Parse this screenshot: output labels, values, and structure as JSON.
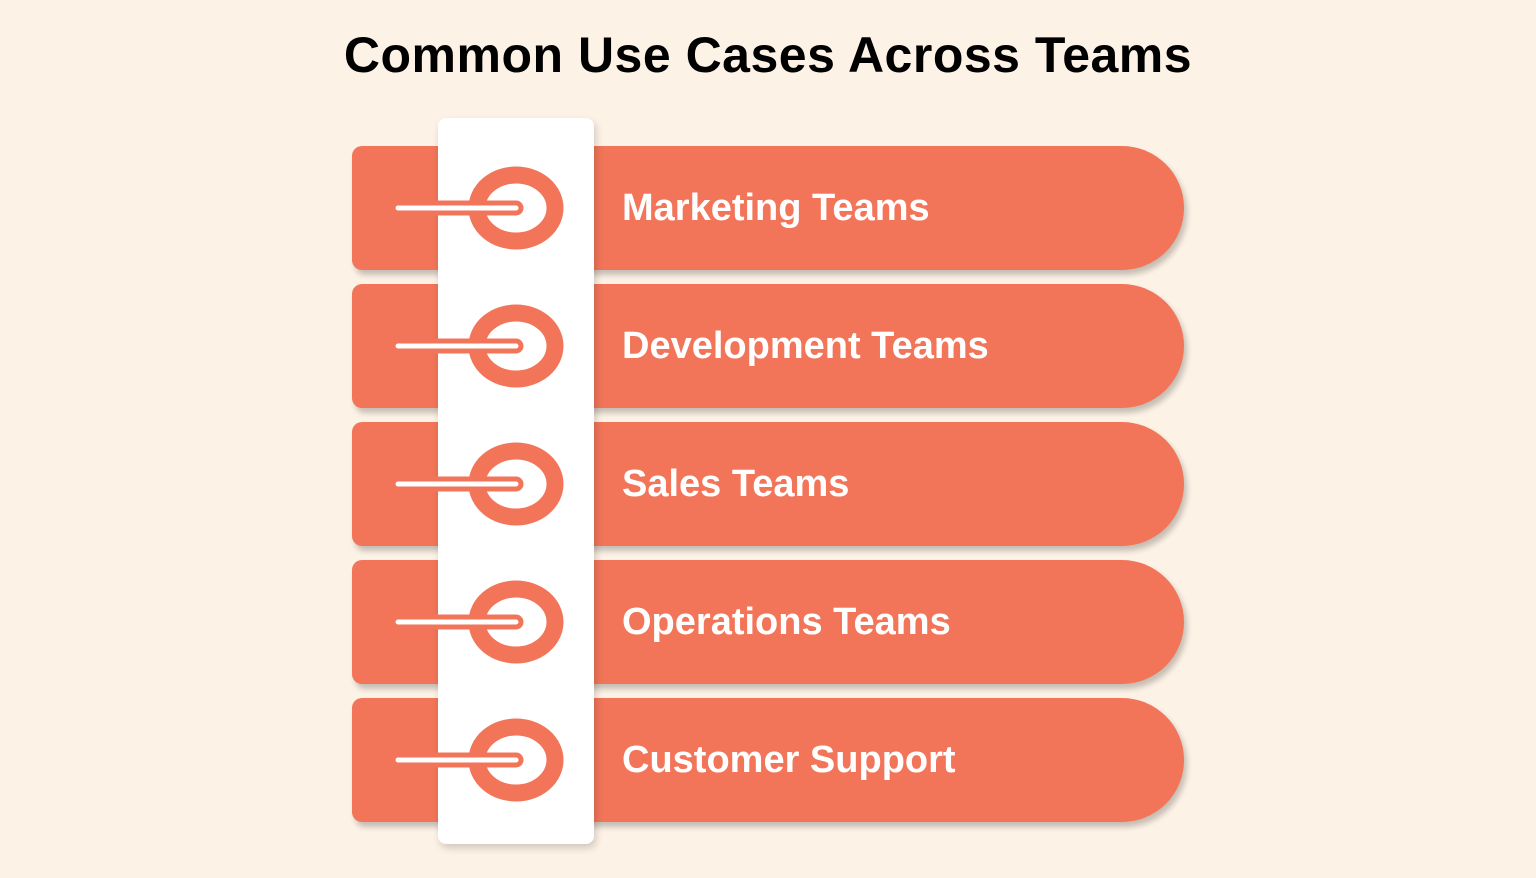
{
  "title": "Common Use Cases Across Teams",
  "accent_color": "#f27559",
  "background_color": "#fdf2e6",
  "items": [
    {
      "label": "Marketing Teams",
      "icon": "tag-hook-icon"
    },
    {
      "label": "Development Teams",
      "icon": "tag-hook-icon"
    },
    {
      "label": "Sales Teams",
      "icon": "tag-hook-icon"
    },
    {
      "label": "Operations Teams",
      "icon": "tag-hook-icon"
    },
    {
      "label": "Customer Support",
      "icon": "tag-hook-icon"
    }
  ]
}
